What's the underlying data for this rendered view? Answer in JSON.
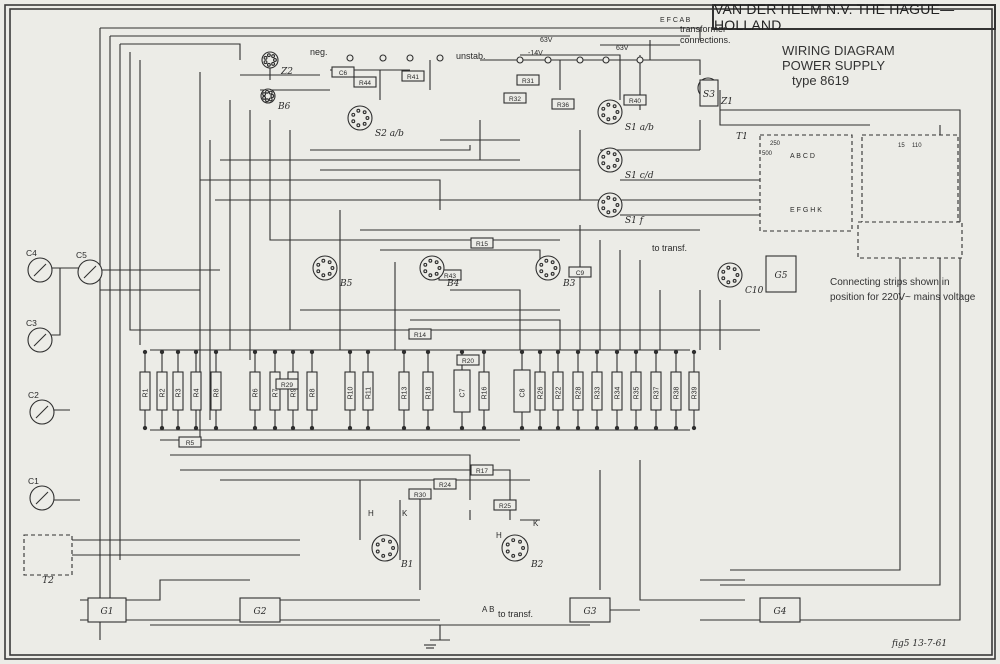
{
  "header": {
    "company": "VAN DER HEEM N.V. THE HAGUE—HOLLAND",
    "title_line1": "WIRING DIAGRAM",
    "title_line2": "POWER SUPPLY",
    "title_line3": "type 8619"
  },
  "notes": {
    "transformer_connections": "transformer connections.",
    "connecting_strips": "Connecting strips shown in position for 220V~ mains voltage",
    "unstab": "unstab.",
    "neg": "neg.",
    "to_transf_1": "to transf.",
    "to_transf_2": "to transf.",
    "footer": "fig5  13-7-61"
  },
  "tubes": [
    "Z2",
    "B6",
    "S2 a/b",
    "Z1",
    "S1 a/b",
    "S1 c/d",
    "S1 f",
    "B5",
    "B4",
    "B3",
    "C10",
    "B1",
    "B2"
  ],
  "caps_left": [
    "C4",
    "C5",
    "C3",
    "C2",
    "C1"
  ],
  "modules": [
    "G1",
    "G2",
    "G3",
    "G4",
    "G5",
    "S3",
    "T1",
    "T2"
  ],
  "resistors": [
    "R1",
    "R2",
    "R3",
    "R4",
    "R8",
    "R6",
    "R7",
    "R9",
    "R8",
    "R10",
    "R11",
    "R13",
    "R18",
    "C7",
    "R16",
    "C8",
    "R26",
    "R22",
    "R28",
    "R33",
    "R34",
    "R35",
    "R37",
    "R38",
    "R39"
  ],
  "small_parts": [
    "R5",
    "R14",
    "R15",
    "R43",
    "R20",
    "R24",
    "R17",
    "R25",
    "R31",
    "R36",
    "R44",
    "R41",
    "R32",
    "R30",
    "R40",
    "C6",
    "C9",
    "R29"
  ],
  "pin_labels": {
    "h1": "H",
    "k1": "K",
    "h2": "H",
    "k2": "K",
    "ab": "A B",
    "volts_1": "63V",
    "volts_2": "-14V",
    "volts_3": "63V",
    "efcab": "E F C A B",
    "abcd": "A B C D",
    "efghk": "E F G H K",
    "n250": "250",
    "n500": "500",
    "n15": "15",
    "n110": "110"
  }
}
